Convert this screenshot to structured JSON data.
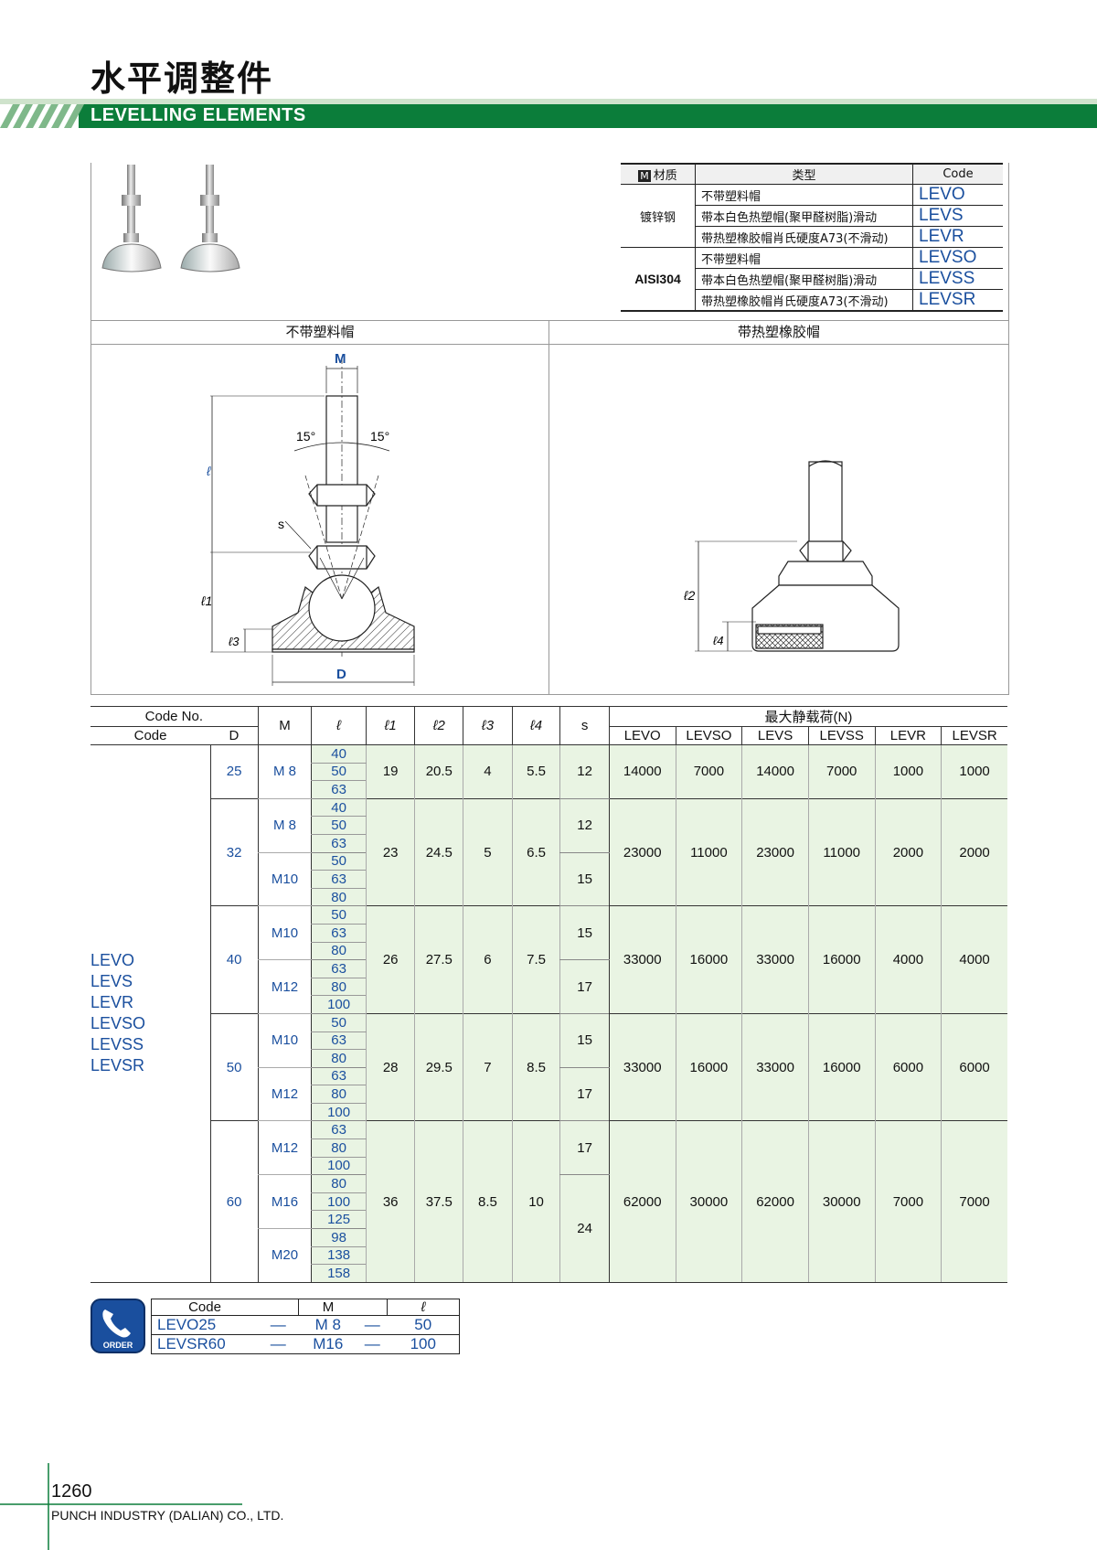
{
  "header": {
    "title_cn": "水平调整件",
    "title_en": "LEVELLING ELEMENTS"
  },
  "material_table": {
    "head_material": "材质",
    "head_material_icon": "M",
    "head_type": "类型",
    "head_code": "Code",
    "groups": [
      {
        "material": "镀锌钢",
        "rows": [
          {
            "type": "不带塑料帽",
            "code": "LEVO"
          },
          {
            "type": "带本白色热塑帽(聚甲醛树脂)滑动",
            "code": "LEVS"
          },
          {
            "type": "带热塑橡胶帽肖氏硬度A73(不滑动)",
            "code": "LEVR"
          }
        ]
      },
      {
        "material": "AISI304",
        "rows": [
          {
            "type": "不带塑料帽",
            "code": "LEVSO"
          },
          {
            "type": "带本白色热塑帽(聚甲醛树脂)滑动",
            "code": "LEVSS"
          },
          {
            "type": "带热塑橡胶帽肖氏硬度A73(不滑动)",
            "code": "LEVSR"
          }
        ]
      }
    ]
  },
  "drawings": {
    "left_title": "不带塑料帽",
    "right_title": "带热塑橡胶帽",
    "labels": {
      "M": "M",
      "D": "D",
      "l": "ℓ",
      "l1": "ℓ1",
      "l2": "ℓ2",
      "l3": "ℓ3",
      "l4": "ℓ4",
      "s": "s",
      "angle_left": "15°",
      "angle_right": "15°"
    }
  },
  "spec_table": {
    "head_code_no": "Code No.",
    "head_code": "Code",
    "head_D": "D",
    "head_M": "M",
    "head_l": "ℓ",
    "head_l1": "ℓ1",
    "head_l2": "ℓ2",
    "head_l3": "ℓ3",
    "head_l4": "ℓ4",
    "head_s": "s",
    "head_load": "最大静载荷(N)",
    "load_cols": [
      "LEVO",
      "LEVSO",
      "LEVS",
      "LEVSS",
      "LEVR",
      "LEVSR"
    ],
    "codes": [
      "LEVO",
      "LEVS",
      "LEVR",
      "LEVSO",
      "LEVSS",
      "LEVSR"
    ],
    "groups": [
      {
        "D": "25",
        "l1": "19",
        "l2": "20.5",
        "l3": "4",
        "l4": "5.5",
        "loads": [
          "14000",
          "7000",
          "14000",
          "7000",
          "1000",
          "1000"
        ],
        "msub": [
          {
            "M": "M 8",
            "s": "12",
            "lens": [
              "40",
              "50",
              "63"
            ]
          }
        ]
      },
      {
        "D": "32",
        "l1": "23",
        "l2": "24.5",
        "l3": "5",
        "l4": "6.5",
        "loads": [
          "23000",
          "11000",
          "23000",
          "11000",
          "2000",
          "2000"
        ],
        "msub": [
          {
            "M": "M 8",
            "s": "12",
            "lens": [
              "40",
              "50",
              "63"
            ]
          },
          {
            "M": "M10",
            "s": "15",
            "lens": [
              "50",
              "63",
              "80"
            ]
          }
        ]
      },
      {
        "D": "40",
        "l1": "26",
        "l2": "27.5",
        "l3": "6",
        "l4": "7.5",
        "loads": [
          "33000",
          "16000",
          "33000",
          "16000",
          "4000",
          "4000"
        ],
        "msub": [
          {
            "M": "M10",
            "s": "15",
            "lens": [
              "50",
              "63",
              "80"
            ]
          },
          {
            "M": "M12",
            "s": "17",
            "lens": [
              "63",
              "80",
              "100"
            ]
          }
        ]
      },
      {
        "D": "50",
        "l1": "28",
        "l2": "29.5",
        "l3": "7",
        "l4": "8.5",
        "loads": [
          "33000",
          "16000",
          "33000",
          "16000",
          "6000",
          "6000"
        ],
        "msub": [
          {
            "M": "M10",
            "s": "15",
            "lens": [
              "50",
              "63",
              "80"
            ]
          },
          {
            "M": "M12",
            "s": "17",
            "lens": [
              "63",
              "80",
              "100"
            ]
          }
        ]
      },
      {
        "D": "60",
        "l1": "36",
        "l2": "37.5",
        "l3": "8.5",
        "l4": "10",
        "loads": [
          "62000",
          "30000",
          "62000",
          "30000",
          "7000",
          "7000"
        ],
        "msub": [
          {
            "M": "M12",
            "s": "17",
            "lens": [
              "63",
              "80",
              "100"
            ]
          },
          {
            "M": "M16",
            "s": "24",
            "lens": [
              "80",
              "100",
              "125"
            ]
          },
          {
            "M": "M20",
            "s": "24",
            "lens": [
              "98",
              "138",
              "158"
            ]
          }
        ]
      }
    ]
  },
  "order": {
    "icon_label": "ORDER",
    "head_code": "Code",
    "head_M": "M",
    "head_l": "ℓ",
    "dash": "—",
    "rows": [
      {
        "code": "LEVO25",
        "M": "M 8",
        "l": "50"
      },
      {
        "code": "LEVSR60",
        "M": "M16",
        "l": "100"
      }
    ]
  },
  "footer": {
    "page": "1260",
    "company": "PUNCH INDUSTRY (DALIAN) CO., LTD."
  },
  "colors": {
    "brand_green": "#0b7d3a",
    "code_blue": "#1a4f9e",
    "cell_green": "#e9f4e3"
  }
}
